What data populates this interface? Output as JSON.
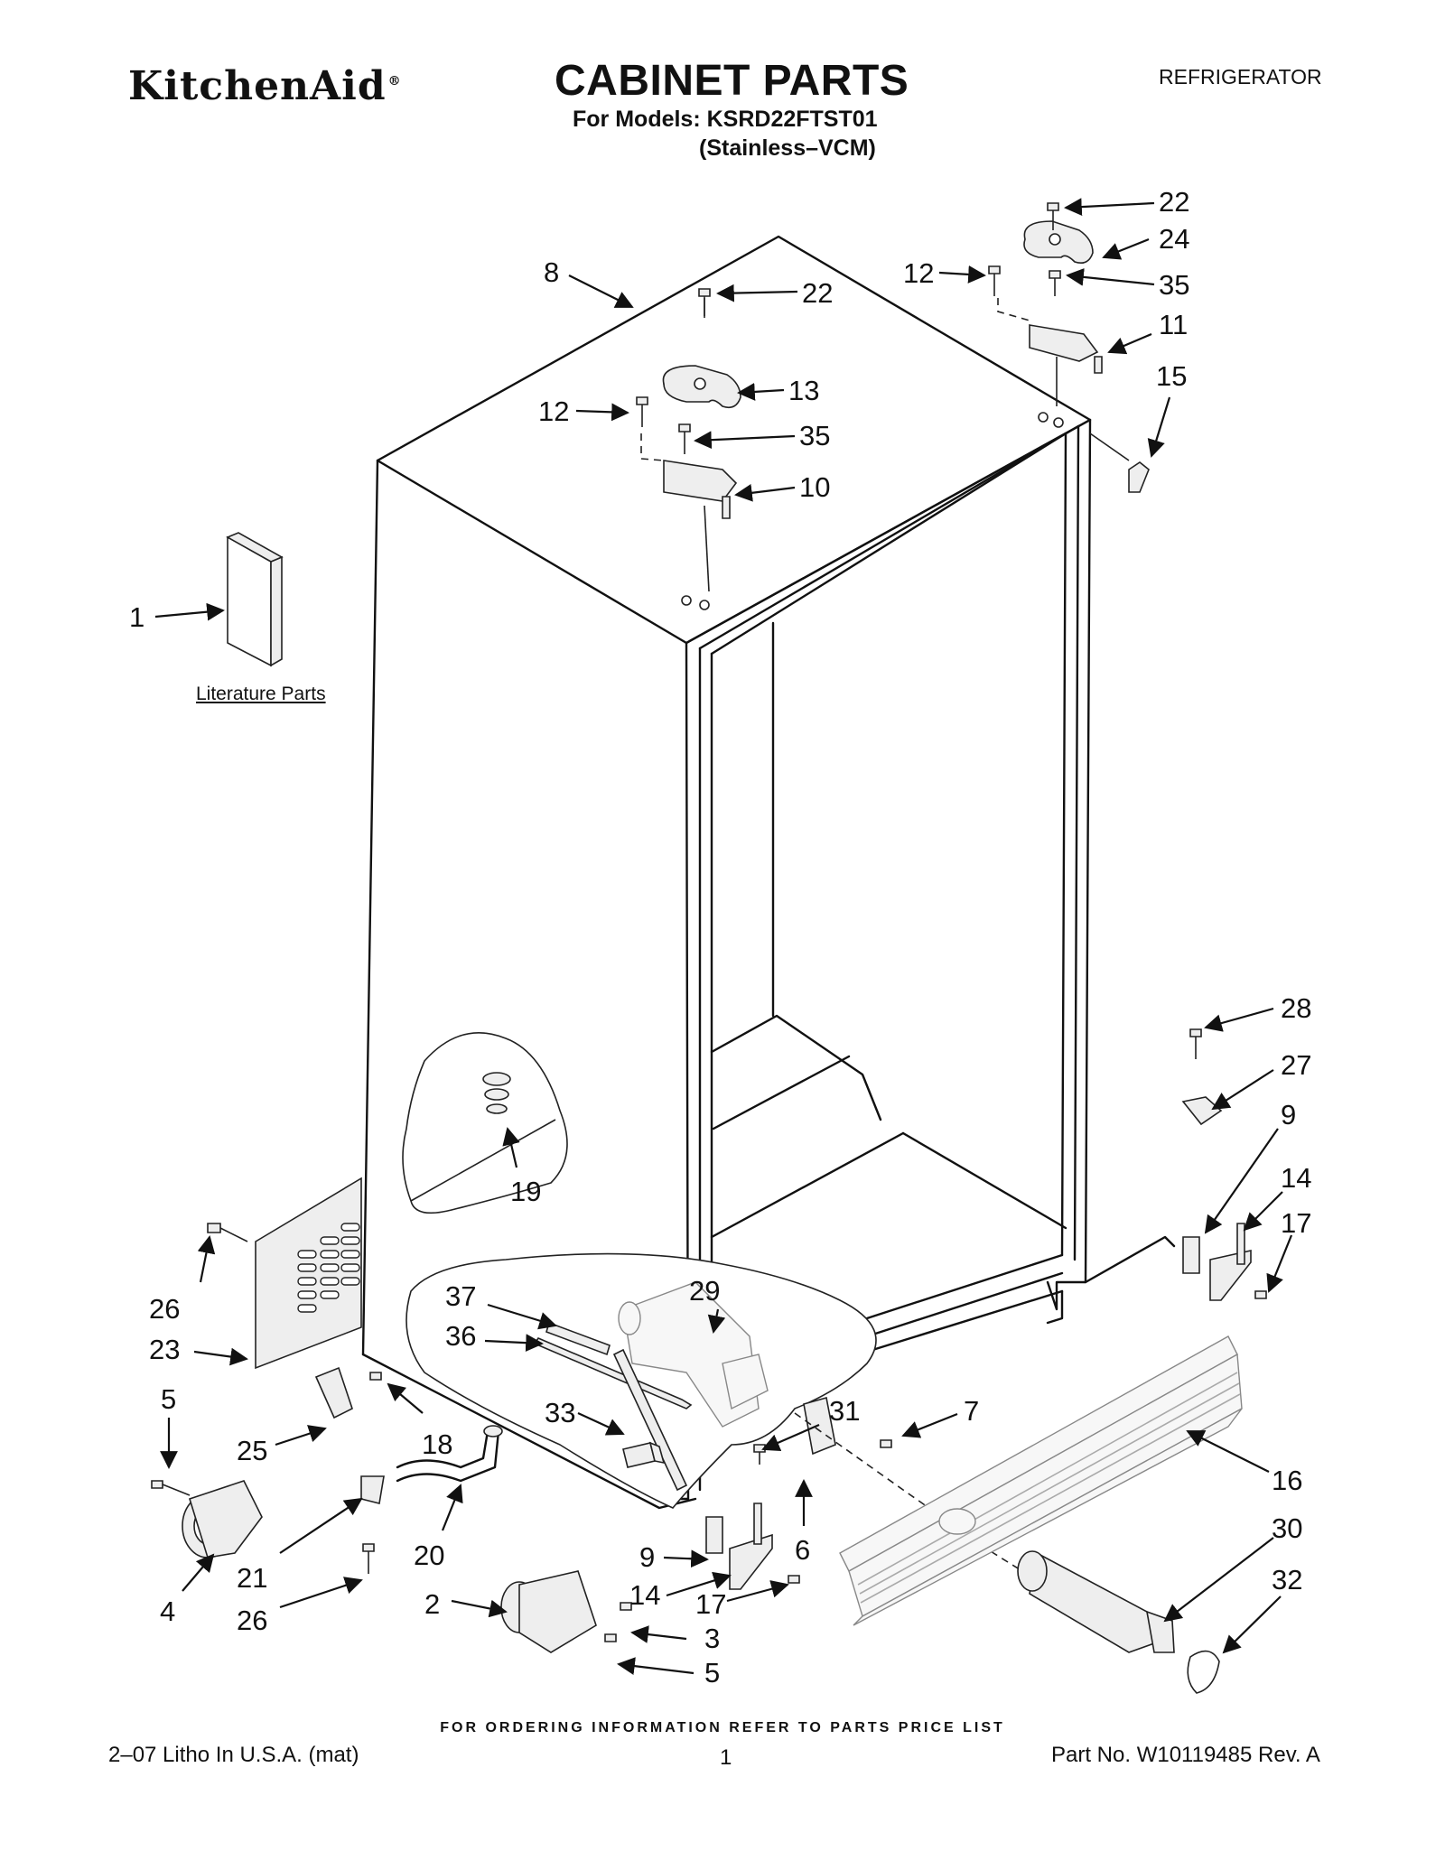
{
  "header": {
    "brand": "KitchenAid",
    "brand_mark": "®",
    "title": "CABINET PARTS",
    "models_line": "For Models: KSRD22FTST01",
    "finish_line": "(Stainless–VCM)",
    "category": "REFRIGERATOR"
  },
  "literature_label": "Literature Parts",
  "callouts": {
    "c1": "1",
    "c2": "2",
    "c3": "3",
    "c4": "4",
    "c5a": "5",
    "c5b": "5",
    "c6": "6",
    "c7": "7",
    "c8": "8",
    "c9a": "9",
    "c9b": "9",
    "c10": "10",
    "c11": "11",
    "c12a": "12",
    "c12b": "12",
    "c13": "13",
    "c14a": "14",
    "c14b": "14",
    "c15": "15",
    "c16": "16",
    "c17a": "17",
    "c17b": "17",
    "c18": "18",
    "c19": "19",
    "c20": "20",
    "c21": "21",
    "c22a": "22",
    "c22b": "22",
    "c23": "23",
    "c24": "24",
    "c25": "25",
    "c26a": "26",
    "c26b": "26",
    "c27": "27",
    "c28": "28",
    "c29": "29",
    "c30": "30",
    "c31": "31",
    "c32": "32",
    "c33": "33",
    "c35a": "35",
    "c35b": "35",
    "c36": "36",
    "c37": "37"
  },
  "footer": {
    "ordering": "FOR ORDERING INFORMATION REFER TO PARTS PRICE LIST",
    "litho": "2–07 Litho In U.S.A. (mat)",
    "page": "1",
    "part_no": "Part No. W10119485 Rev. A"
  }
}
